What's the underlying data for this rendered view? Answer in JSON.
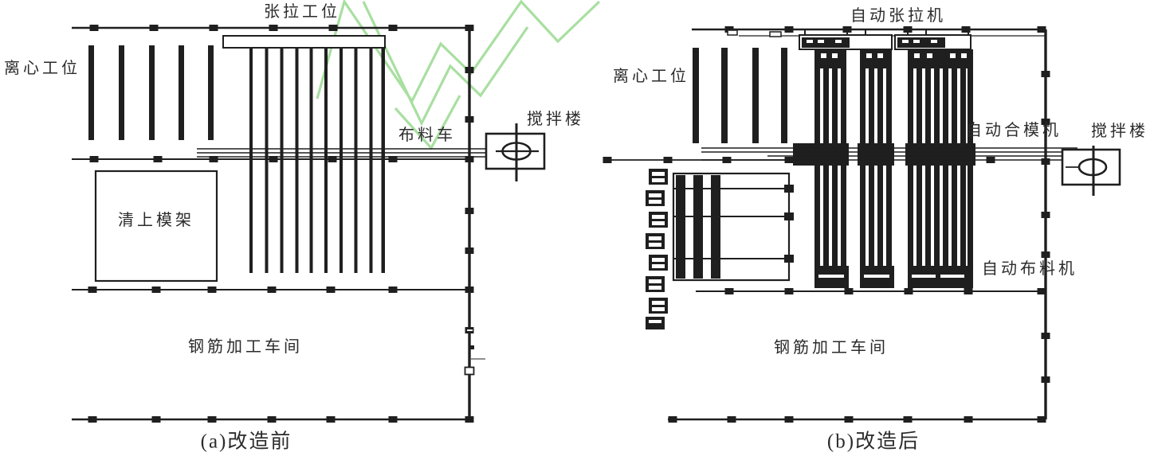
{
  "figure": {
    "panels": {
      "a": {
        "caption": "(a)改造前",
        "labels": {
          "tension_station": "张拉工位",
          "centrifugal_station": "离心工位",
          "distribution_cart": "布料车",
          "mixing_tower": "搅拌楼",
          "mold_cleaning_rack": "清上模架",
          "rebar_workshop": "钢筋加工车间"
        }
      },
      "b": {
        "caption": "(b)改造后",
        "labels": {
          "auto_tension_machine": "自动张拉机",
          "centrifugal_station": "离心工位",
          "auto_mold_closing_machine": "自动合模机",
          "mixing_tower": "搅拌楼",
          "auto_distribution_machine": "自动布料机",
          "rebar_workshop": "钢筋加工车间"
        }
      }
    }
  },
  "colors": {
    "line": "#1f1f1f",
    "text": "#2b2b2b",
    "watermark_green": "#a8dfa0",
    "background": "#ffffff"
  }
}
